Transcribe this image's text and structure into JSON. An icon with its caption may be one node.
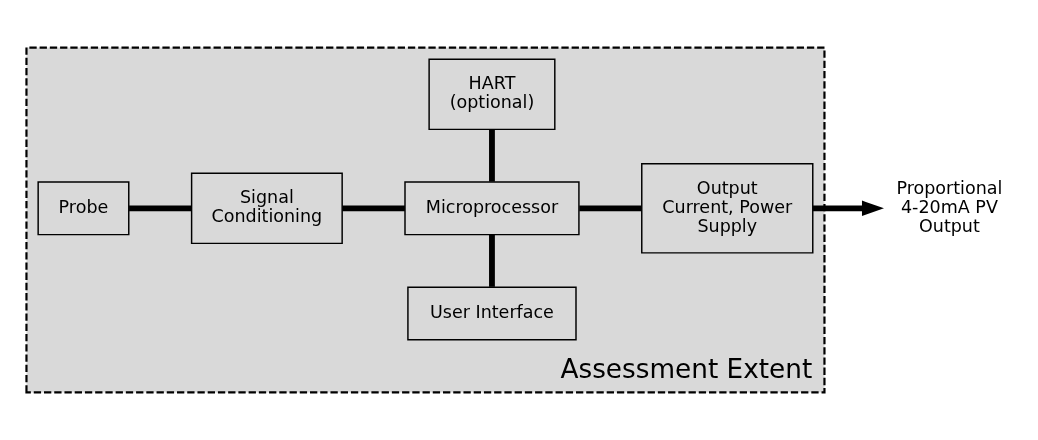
{
  "diagram": {
    "nodes": [
      {
        "text": [
          "Assessment Extent"
        ]
      },
      {
        "text": [
          "Probe"
        ],
        "in": 0
      },
      {
        "text": [
          "Signal Conditioning"
        ],
        "in": 0
      },
      {
        "text": [
          "User Interface"
        ],
        "in": 0
      },
      {
        "text": [
          "Microprocessor"
        ],
        "in": 0
      },
      {
        "text": [
          "Output Current, Power Supply"
        ],
        "in": 0
      },
      {
        "text": [
          "HART (optional)"
        ],
        "in": 0
      },
      {
        "text": [
          "Proportional 4-20mA PV Output"
        ]
      }
    ],
    "edges": [
      {
        "from": 1,
        "to": 2,
        "arrow": "none"
      },
      {
        "from": 2,
        "to": 4,
        "arrow": "none"
      },
      {
        "from": 3,
        "to": 4,
        "arrow": "none"
      },
      {
        "from": 4,
        "to": 6,
        "arrow": "none"
      },
      {
        "from": 4,
        "to": 5,
        "arrow": "none"
      },
      {
        "from": 5,
        "to": 7,
        "arrow": "to"
      }
    ]
  }
}
